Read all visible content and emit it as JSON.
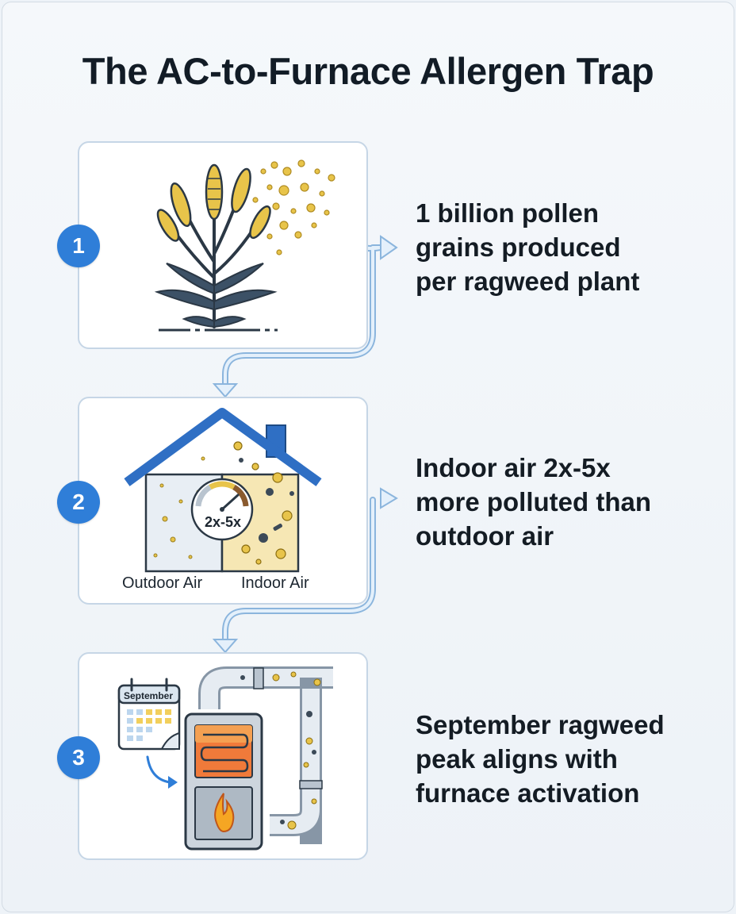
{
  "title": "The AC-to-Furnace Allergen Trap",
  "steps": [
    {
      "number": "1",
      "lines": [
        "1 billion pollen",
        "grains produced",
        "per ragweed plant"
      ],
      "icon": "ragweed-plant-icon"
    },
    {
      "number": "2",
      "lines": [
        "Indoor air 2x-5x",
        "more polluted than",
        "outdoor air"
      ],
      "icon": "house-comparison-icon",
      "gauge_label": "2x-5x",
      "outdoor_label": "Outdoor Air",
      "indoor_label": "Indoor Air"
    },
    {
      "number": "3",
      "lines": [
        "September ragweed",
        "peak aligns with",
        "furnace activation"
      ],
      "icon": "furnace-ductwork-icon",
      "calendar_label": "September"
    }
  ],
  "colors": {
    "accent": "#2f7ed8",
    "panel_border": "#c6d6e6",
    "pollen": "#e8c44a",
    "leaf": "#34495e",
    "roof": "#2f6fc4",
    "heat": "#f07a3a",
    "flow_arrow": "#9cc2e6"
  }
}
